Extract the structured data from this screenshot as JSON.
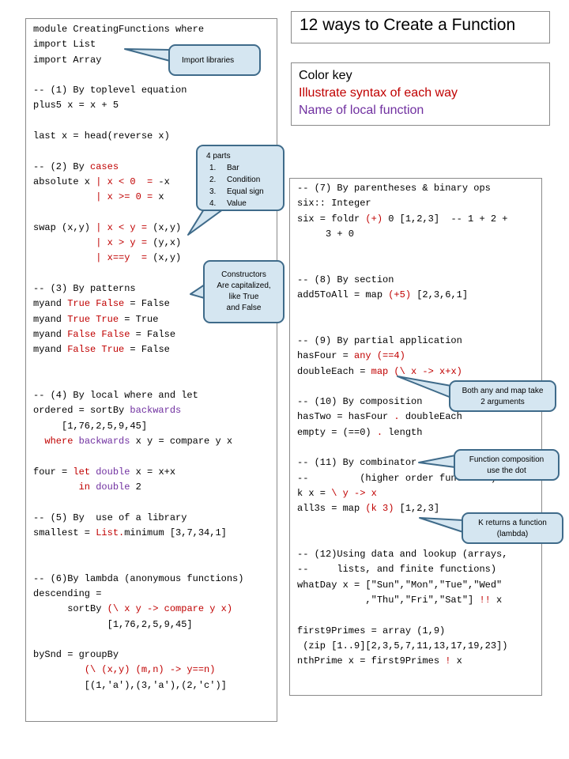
{
  "title": "12 ways to Create a Function",
  "color_key": {
    "heading": "Color key",
    "syntax": "Illustrate syntax of each way",
    "local": "Name of local function",
    "colors": {
      "syntax": "#c00000",
      "local": "#7030a0",
      "callout_fill": "#d5e6f1",
      "callout_border": "#3f6b8a"
    }
  },
  "left_code": [
    [
      {
        "t": "module CreatingFunctions where"
      }
    ],
    [
      {
        "t": "import List"
      }
    ],
    [
      {
        "t": "import Array"
      }
    ],
    [
      {
        "t": ""
      }
    ],
    [
      {
        "t": "-- (1) By toplevel equation"
      }
    ],
    [
      {
        "t": "plus5 x = x + 5"
      }
    ],
    [
      {
        "t": ""
      }
    ],
    [
      {
        "t": "last x = head(reverse x)"
      }
    ],
    [
      {
        "t": ""
      }
    ],
    [
      {
        "t": "-- (2) By "
      },
      {
        "t": "cases",
        "c": "red"
      }
    ],
    [
      {
        "t": "absolute x "
      },
      {
        "t": "| x < 0  =",
        "c": "red"
      },
      {
        "t": " -x"
      }
    ],
    [
      {
        "t": "           "
      },
      {
        "t": "| x >= 0 =",
        "c": "red"
      },
      {
        "t": " x"
      }
    ],
    [
      {
        "t": ""
      }
    ],
    [
      {
        "t": "swap (x,y) "
      },
      {
        "t": "| x < y =",
        "c": "red"
      },
      {
        "t": " (x,y)"
      }
    ],
    [
      {
        "t": "           "
      },
      {
        "t": "| x > y =",
        "c": "red"
      },
      {
        "t": " (y,x)"
      }
    ],
    [
      {
        "t": "           "
      },
      {
        "t": "| x==y  =",
        "c": "red"
      },
      {
        "t": " (x,y)"
      }
    ],
    [
      {
        "t": ""
      }
    ],
    [
      {
        "t": "-- (3) By patterns"
      }
    ],
    [
      {
        "t": "myand "
      },
      {
        "t": "True False",
        "c": "red"
      },
      {
        "t": " = False"
      }
    ],
    [
      {
        "t": "myand "
      },
      {
        "t": "True True",
        "c": "red"
      },
      {
        "t": " = True"
      }
    ],
    [
      {
        "t": "myand "
      },
      {
        "t": "False False",
        "c": "red"
      },
      {
        "t": " = False"
      }
    ],
    [
      {
        "t": "myand "
      },
      {
        "t": "False True",
        "c": "red"
      },
      {
        "t": " = False"
      }
    ],
    [
      {
        "t": ""
      }
    ],
    [
      {
        "t": ""
      }
    ],
    [
      {
        "t": "-- (4) By local where and let"
      }
    ],
    [
      {
        "t": "ordered = sortBy "
      },
      {
        "t": "backwards",
        "c": "pur"
      }
    ],
    [
      {
        "t": "     [1,76,2,5,9,45]"
      }
    ],
    [
      {
        "t": "  "
      },
      {
        "t": "where",
        "c": "red"
      },
      {
        "t": " "
      },
      {
        "t": "backwards",
        "c": "pur"
      },
      {
        "t": " x y = compare y x"
      }
    ],
    [
      {
        "t": ""
      }
    ],
    [
      {
        "t": "four = "
      },
      {
        "t": "let",
        "c": "red"
      },
      {
        "t": " "
      },
      {
        "t": "double",
        "c": "pur"
      },
      {
        "t": " x = x+x"
      }
    ],
    [
      {
        "t": "        "
      },
      {
        "t": "in",
        "c": "red"
      },
      {
        "t": " "
      },
      {
        "t": "double",
        "c": "pur"
      },
      {
        "t": " 2"
      }
    ],
    [
      {
        "t": ""
      }
    ],
    [
      {
        "t": "-- (5) By  use of a library"
      }
    ],
    [
      {
        "t": "smallest = "
      },
      {
        "t": "List.",
        "c": "red"
      },
      {
        "t": "minimum [3,7,34,1]"
      }
    ],
    [
      {
        "t": ""
      }
    ],
    [
      {
        "t": ""
      }
    ],
    [
      {
        "t": "-- (6)By lambda (anonymous functions)"
      }
    ],
    [
      {
        "t": "descending ="
      }
    ],
    [
      {
        "t": "      sortBy "
      },
      {
        "t": "(\\ x y -> compare y x)",
        "c": "red"
      }
    ],
    [
      {
        "t": "             [1,76,2,5,9,45]"
      }
    ],
    [
      {
        "t": ""
      }
    ],
    [
      {
        "t": "bySnd = groupBy"
      }
    ],
    [
      {
        "t": "         "
      },
      {
        "t": "(\\ (x,y) (m,n) -> y==n)",
        "c": "red"
      }
    ],
    [
      {
        "t": "         [(1,'a'),(3,'a'),(2,'c')]"
      }
    ]
  ],
  "right_code": [
    [
      {
        "t": "-- (7) By parentheses & binary ops"
      }
    ],
    [
      {
        "t": "six:: Integer"
      }
    ],
    [
      {
        "t": "six = foldr "
      },
      {
        "t": "(+)",
        "c": "red"
      },
      {
        "t": " 0 [1,2,3]  -- 1 + 2 +"
      }
    ],
    [
      {
        "t": "     3 + 0"
      }
    ],
    [
      {
        "t": ""
      }
    ],
    [
      {
        "t": ""
      }
    ],
    [
      {
        "t": "-- (8) By section"
      }
    ],
    [
      {
        "t": "add5ToAll = map "
      },
      {
        "t": "(+5)",
        "c": "red"
      },
      {
        "t": " [2,3,6,1]"
      }
    ],
    [
      {
        "t": ""
      }
    ],
    [
      {
        "t": ""
      }
    ],
    [
      {
        "t": "-- (9) By partial application"
      }
    ],
    [
      {
        "t": "hasFour = "
      },
      {
        "t": "any (==4)",
        "c": "red"
      }
    ],
    [
      {
        "t": "doubleEach = "
      },
      {
        "t": "map (\\ x -> x+x)",
        "c": "red"
      }
    ],
    [
      {
        "t": ""
      }
    ],
    [
      {
        "t": "-- (10) By composition"
      }
    ],
    [
      {
        "t": "hasTwo = hasFour "
      },
      {
        "t": ".",
        "c": "red"
      },
      {
        "t": " doubleEach"
      }
    ],
    [
      {
        "t": "empty = (==0) "
      },
      {
        "t": ".",
        "c": "red"
      },
      {
        "t": " length"
      }
    ],
    [
      {
        "t": ""
      }
    ],
    [
      {
        "t": "-- (11) By combinator"
      }
    ],
    [
      {
        "t": "--         (higher order functions)"
      }
    ],
    [
      {
        "t": "k x = "
      },
      {
        "t": "\\ y -> x",
        "c": "red"
      }
    ],
    [
      {
        "t": "all3s = map "
      },
      {
        "t": "(k 3)",
        "c": "red"
      },
      {
        "t": " [1,2,3]"
      }
    ],
    [
      {
        "t": ""
      }
    ],
    [
      {
        "t": ""
      }
    ],
    [
      {
        "t": "-- (12)Using data and lookup (arrays,"
      }
    ],
    [
      {
        "t": "--     lists, and finite functions)"
      }
    ],
    [
      {
        "t": "whatDay x = [\"Sun\",\"Mon\",\"Tue\",\"Wed\""
      }
    ],
    [
      {
        "t": "            ,\"Thu\",\"Fri\",\"Sat\"] "
      },
      {
        "t": "!!",
        "c": "red"
      },
      {
        "t": " x"
      }
    ],
    [
      {
        "t": ""
      }
    ],
    [
      {
        "t": "first9Primes = array (1,9)"
      }
    ],
    [
      {
        "t": " (zip [1..9][2,3,5,7,11,13,17,19,23])"
      }
    ],
    [
      {
        "t": "nthPrime x = first9Primes "
      },
      {
        "t": "!",
        "c": "red"
      },
      {
        "t": " x"
      }
    ]
  ],
  "callouts": {
    "import": "Import libraries",
    "four_parts": {
      "heading": "4 parts",
      "items": [
        {
          "n": "1.",
          "label": "Bar"
        },
        {
          "n": "2.",
          "label": "Condition"
        },
        {
          "n": "3.",
          "label": "Equal sign"
        },
        {
          "n": "4.",
          "label": "Value"
        }
      ]
    },
    "constructors": [
      "Constructors",
      "Are capitalized,",
      "like True",
      "and False"
    ],
    "any_map": [
      "Both any and map take",
      "2 arguments"
    ],
    "composition": [
      "Function composition",
      "use the dot"
    ],
    "k_lambda": [
      "K returns a function",
      "(lambda)"
    ]
  }
}
